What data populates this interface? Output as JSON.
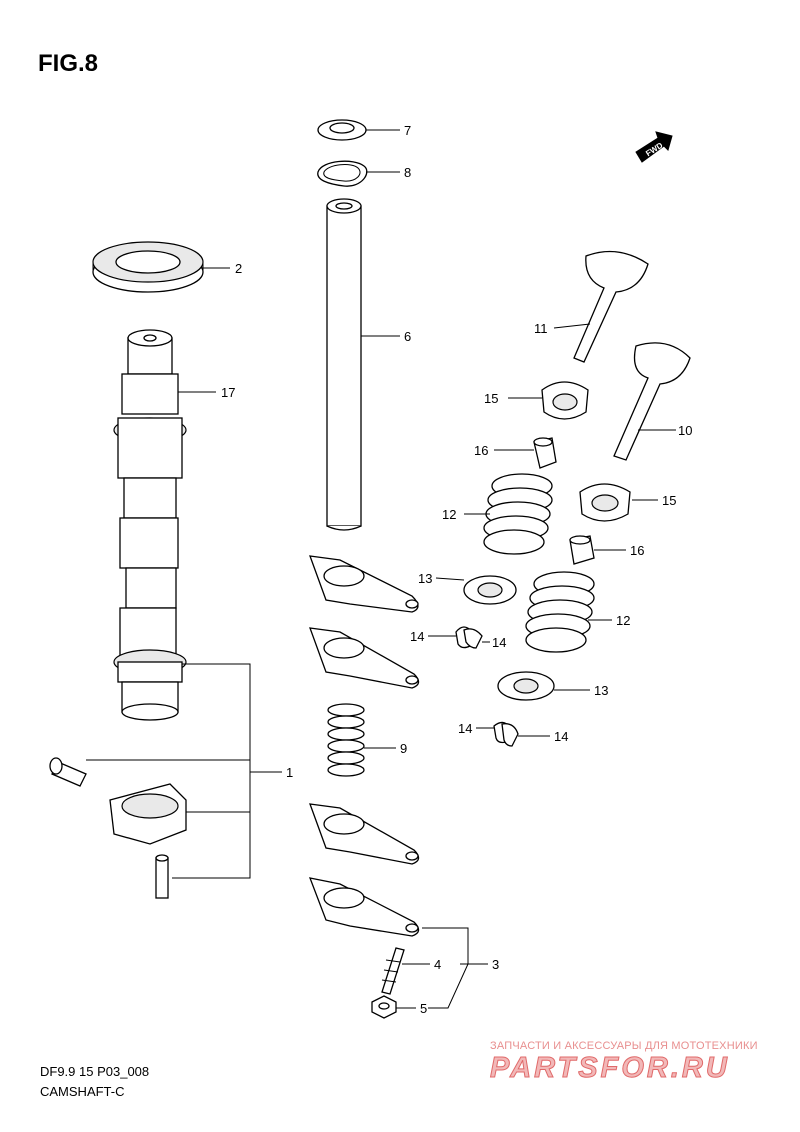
{
  "figure": {
    "title": "FIG.8"
  },
  "footer": {
    "model": "DF9.9 15 P03_008",
    "name": "CAMSHAFT-C"
  },
  "fwd_badge": {
    "text": "FWD"
  },
  "watermark": {
    "subtitle": "ЗАПЧАСТИ И АКСЕССУАРЫ ДЛЯ МОТОТЕХНИКИ",
    "brand": "PARTSFOR.RU"
  },
  "callouts": {
    "c1": "1",
    "c2": "2",
    "c3": "3",
    "c4": "4",
    "c5": "5",
    "c6": "6",
    "c7": "7",
    "c8": "8",
    "c9": "9",
    "c10": "10",
    "c11": "11",
    "c12a": "12",
    "c12b": "12",
    "c13a": "13",
    "c13b": "13",
    "c14a": "14",
    "c14b": "14",
    "c14c": "14",
    "c14d": "14",
    "c15a": "15",
    "c15b": "15",
    "c16a": "16",
    "c16b": "16",
    "c17": "17"
  },
  "colors": {
    "watermark": "#e06a6a",
    "line": "#000000"
  }
}
